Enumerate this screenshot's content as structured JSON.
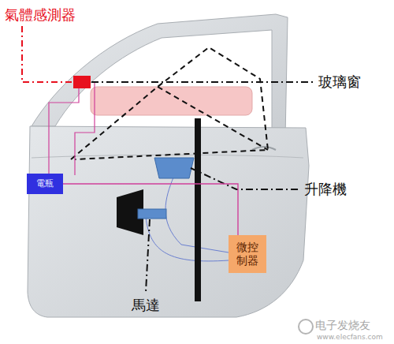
{
  "diagram": {
    "nodes": [
      {
        "text": [
          "電瓶"
        ]
      },
      {
        "text": [
          "微控制器"
        ]
      }
    ],
    "edges": [
      {
        "from": 0,
        "to": 1,
        "arrow": "none"
      }
    ],
    "labels": [
      "氣體感測器",
      "玻璃窗",
      "升降機",
      "馬達",
      "电子发烧友",
      "www.elecfans.com"
    ]
  }
}
